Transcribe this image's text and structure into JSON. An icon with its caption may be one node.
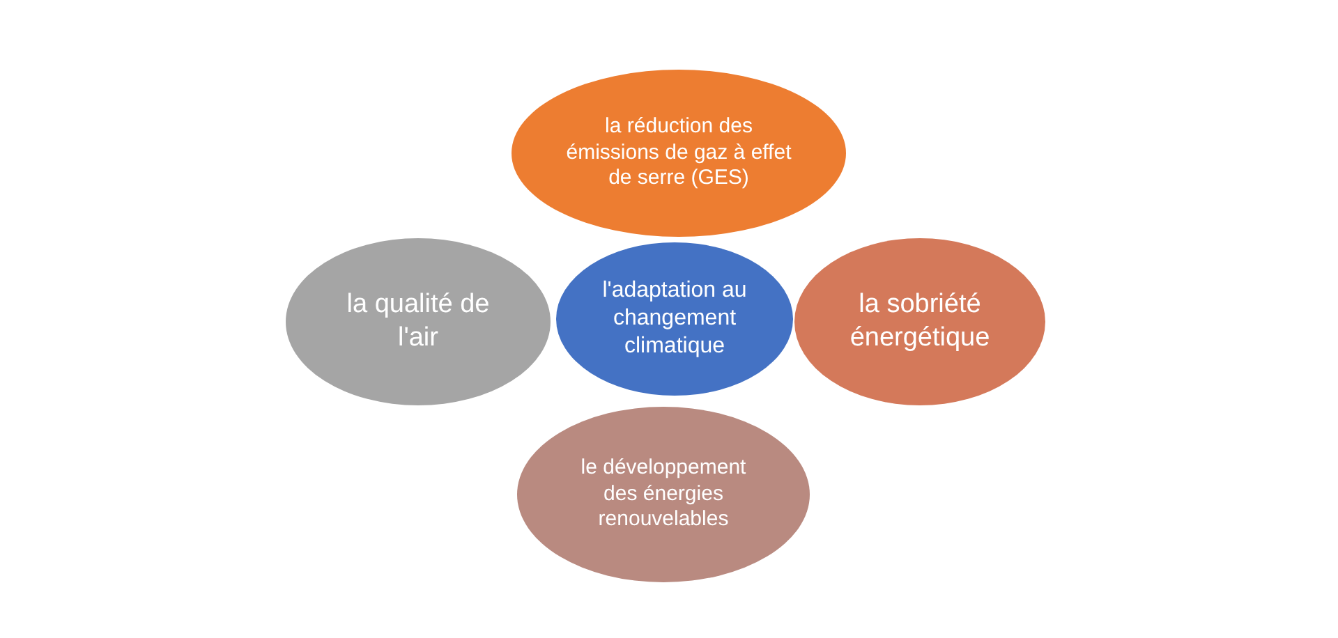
{
  "diagram": {
    "nodes": [
      {
        "text": [
          "la réduction des émissions de gaz à effet de serre (GES)"
        ]
      },
      {
        "text": [
          "la qualité de l'air"
        ]
      },
      {
        "text": [
          "l'adaptation au changement climatique"
        ]
      },
      {
        "text": [
          "la sobriété énergétique"
        ]
      },
      {
        "text": [
          "le développement des énergies renouvelables"
        ]
      }
    ]
  }
}
